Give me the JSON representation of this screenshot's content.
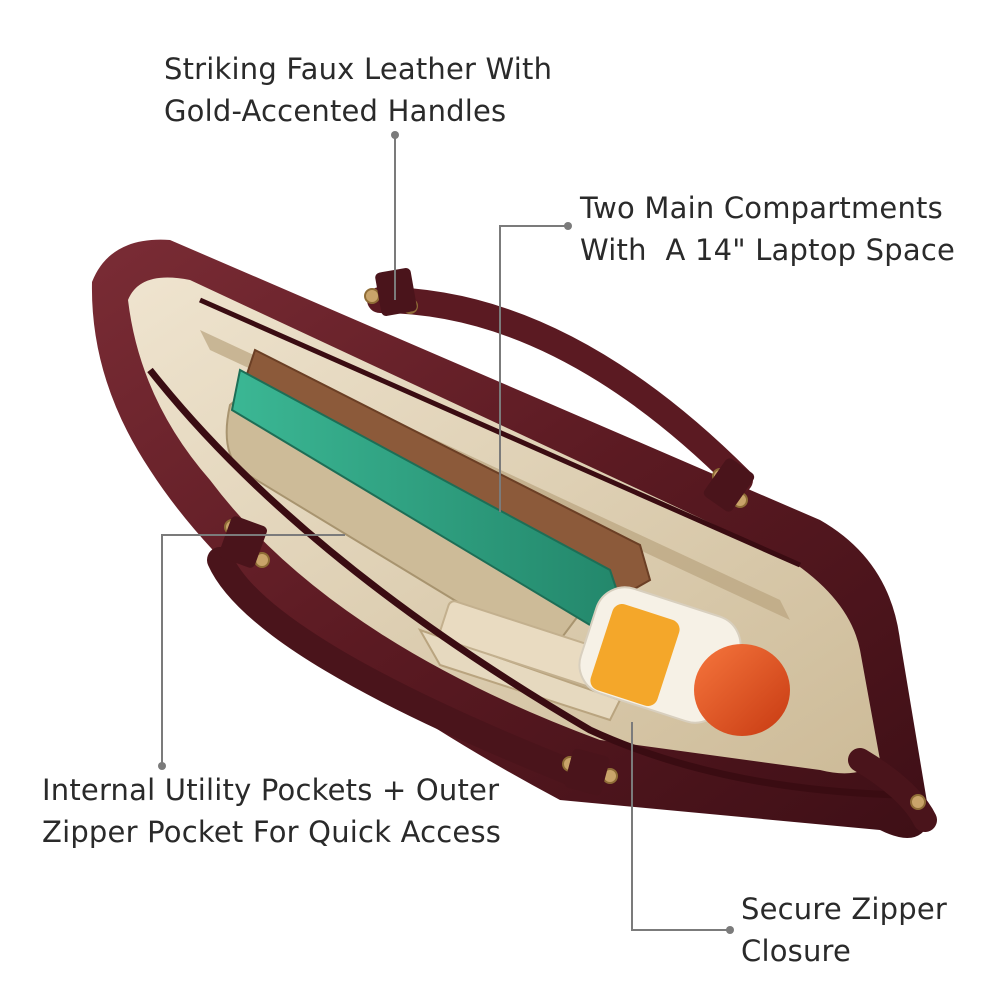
{
  "callouts": {
    "handles": {
      "line1": "Striking Faux Leather With",
      "line2": "Gold-Accented Handles"
    },
    "compartments": {
      "line1": "Two Main Compartments",
      "line2": "With  A 14\" Laptop Space"
    },
    "pockets": {
      "line1": "Internal Utility Pockets + Outer",
      "line2": "Zipper Pocket For Quick Access"
    },
    "zipper": {
      "line1": "Secure Zipper",
      "line2": "Closure"
    }
  },
  "colors": {
    "leather": "#5b1a22",
    "leather_highlight": "#7d2f37",
    "lining": "#d9c9ac",
    "notebook_teal": "#2fa384",
    "notebook_brown": "#8c5a3a",
    "hardware_gold": "#c9a46a",
    "bottle_cap": "#e4521f",
    "leader_line": "#7b7b7b",
    "text": "#2a2a2a"
  }
}
